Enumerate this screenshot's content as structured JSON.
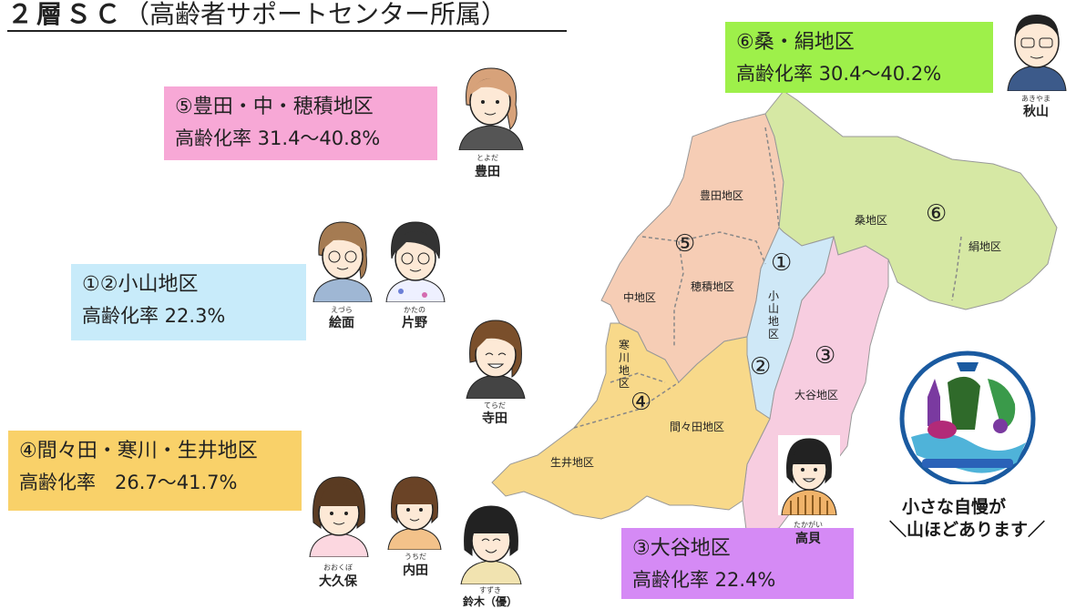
{
  "header": {
    "title_bold": "２層ＳＣ",
    "title_rest": "（高齢者サポートセンター所属）"
  },
  "regions": [
    {
      "line1": "⑤豊田・中・穂積地区",
      "line2": "高齢化率 31.4～40.8%",
      "color": "#f7a8d6"
    },
    {
      "line1": "⑥桑・絹地区",
      "line2": "高齢化率 30.4～40.2%",
      "color": "#9ef04a"
    },
    {
      "line1": "①②小山地区",
      "line2": "高齢化率 22.3%",
      "color": "#c8ebfa"
    },
    {
      "line1": "④間々田・寒川・生井地区",
      "line2": "高齢化率　26.7～41.7%",
      "color": "#f9d169"
    },
    {
      "line1": "③大谷地区",
      "line2": "高齢化率 22.4%",
      "color": "#d58af5"
    }
  ],
  "map": {
    "district_labels": {
      "toyoda": "豊田地区",
      "kuwa": "桑地区",
      "kinu": "絹地区",
      "naka": "中地区",
      "hozumi": "穂積地区",
      "oyama": "小山地区",
      "samukawa": "寒川地区",
      "oya": "大谷地区",
      "mamada": "間々田地区",
      "namai": "生井地区"
    },
    "numbers": {
      "n1": "①",
      "n2": "②",
      "n3": "③",
      "n4": "④",
      "n5": "⑤",
      "n6": "⑥"
    },
    "colors": {
      "toyoda_area": "#f6cdb5",
      "kuwa_kinu_area": "#d6e8a4",
      "oyama_area": "#cfe8f7",
      "oya_area": "#f7cde0",
      "mamada_area": "#f8d98a"
    }
  },
  "people": {
    "akiyama": {
      "name": "秋山",
      "ruby": "あきやま"
    },
    "toyoda": {
      "name": "豊田",
      "ruby": "とよだ"
    },
    "ezura": {
      "name": "絵面",
      "ruby": "えづら"
    },
    "katano": {
      "name": "片野",
      "ruby": "かたの"
    },
    "terada": {
      "name": "寺田",
      "ruby": "てらだ"
    },
    "okubo": {
      "name": "大久保",
      "ruby": "おおくぼ"
    },
    "uchida": {
      "name": "内田",
      "ruby": "うちだ"
    },
    "suzuki": {
      "name": "鈴木（優）",
      "ruby": "すずき"
    },
    "takagai": {
      "name": "高貝",
      "ruby": "たかがい"
    }
  },
  "logo": {
    "slogan_line1": "小さな自慢が",
    "slogan_line2": "山ほどあります"
  }
}
